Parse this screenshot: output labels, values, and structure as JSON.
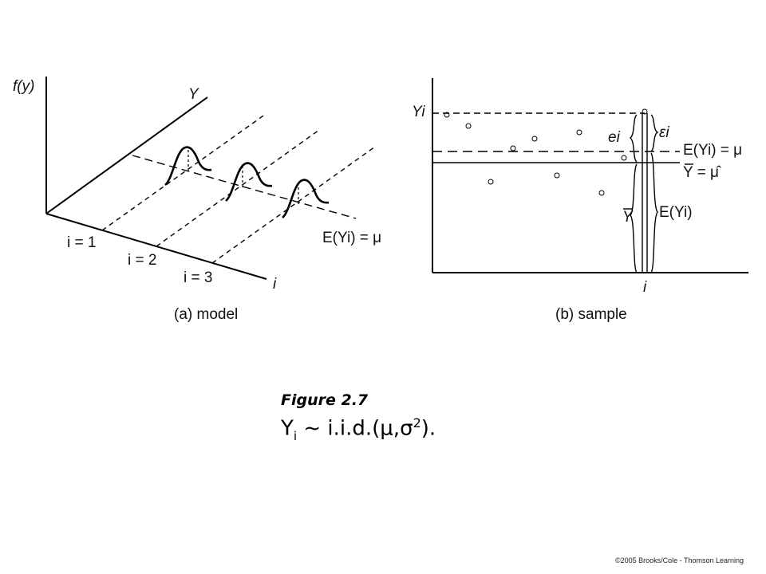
{
  "panel_a": {
    "axis_f": "f(y)",
    "axis_y": "Y",
    "axis_i": "i",
    "index_labels": [
      "i = 1",
      "i = 2",
      "i = 3"
    ],
    "mean_line_label": "E(Yi) = μ",
    "caption": "(a) model"
  },
  "panel_b": {
    "y_label": "Yi",
    "x_label": "i",
    "resid_label": "ei",
    "error_label": "εi",
    "mean_line_label": "E(Yi) = μ",
    "sample_mean_label": "Y = μ̂",
    "ybar_label": "Y",
    "expect_label": "E(Yi)",
    "caption": "(b) sample"
  },
  "figure": {
    "title": "Figure 2.7",
    "formula_main": "Y",
    "formula_sub": "i",
    "formula_rest": " ~ i.i.d.(μ,σ",
    "formula_sup": "2",
    "formula_end": ")."
  },
  "copyright": "©2005 Brooks/Cole - Thomson Learning"
}
